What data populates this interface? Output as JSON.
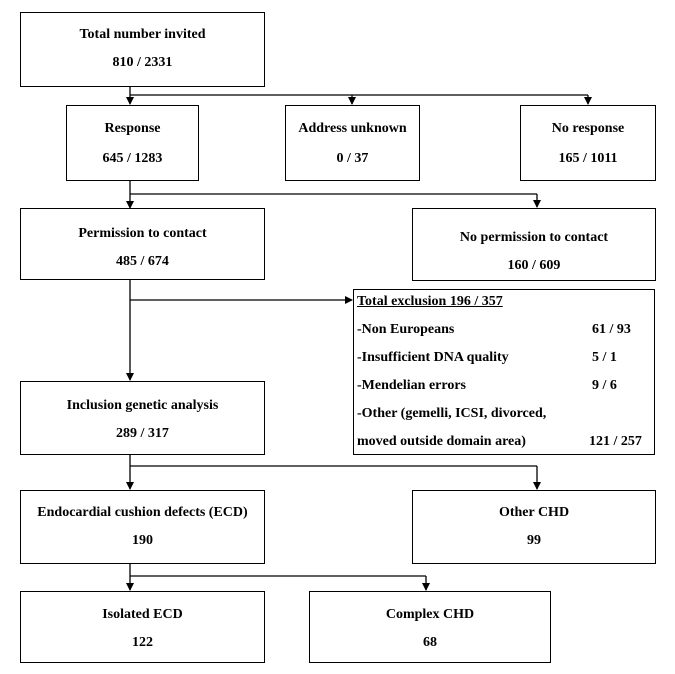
{
  "boxes": {
    "total_invited": {
      "title": "Total number invited",
      "value": "810 / 2331"
    },
    "response": {
      "title": "Response",
      "value": "645 / 1283"
    },
    "address_unknown": {
      "title": "Address unknown",
      "value": "0 / 37"
    },
    "no_response": {
      "title": "No response",
      "value": "165 / 1011"
    },
    "permission": {
      "title": "Permission to contact",
      "value": "485 / 674"
    },
    "no_permission": {
      "title": "No permission to contact",
      "value": "160 / 609"
    },
    "inclusion": {
      "title": "Inclusion genetic analysis",
      "value": "289 / 317"
    },
    "ecd": {
      "title": "Endocardial cushion defects (ECD)",
      "value": "190"
    },
    "other_chd": {
      "title": "Other CHD",
      "value": "99"
    },
    "isolated_ecd": {
      "title": "Isolated ECD",
      "value": "122"
    },
    "complex_chd": {
      "title": "Complex CHD",
      "value": "68"
    }
  },
  "exclusion": {
    "title": "Total exclusion 196 / 357",
    "rows": [
      {
        "label": "-Non Europeans",
        "value": "61 / 93"
      },
      {
        "label": "-Insufficient DNA quality",
        "value": "5 / 1"
      },
      {
        "label": "-Mendelian errors",
        "value": "9 / 6"
      },
      {
        "label": "-Other  (gemelli, ICSI, divorced,",
        "value": ""
      },
      {
        "label": "moved outside domain area)",
        "value": "121 / 257"
      }
    ]
  }
}
